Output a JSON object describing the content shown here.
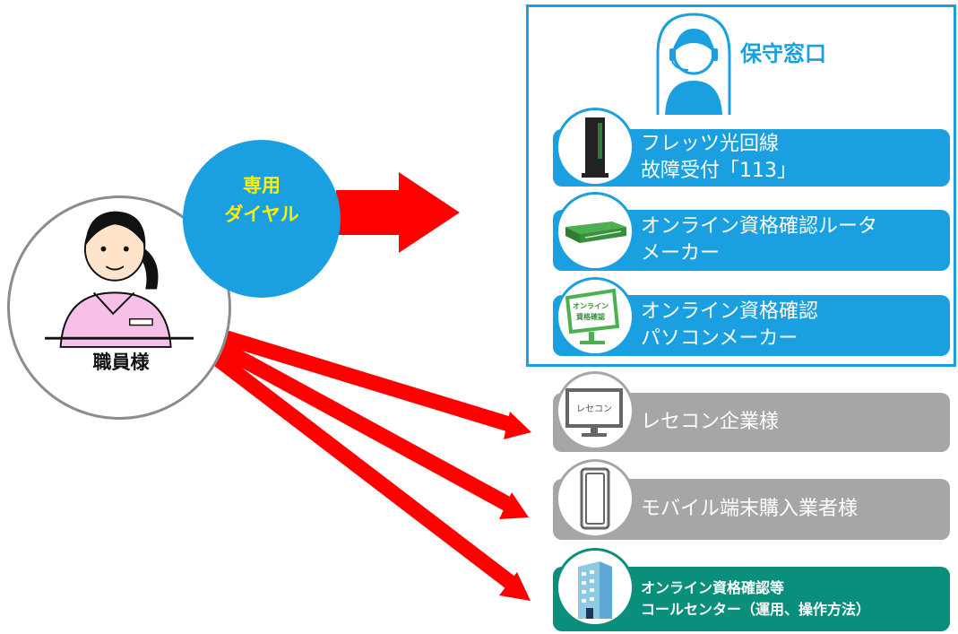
{
  "staff": {
    "label": "職員様"
  },
  "dial": {
    "line1": "専用",
    "line2": "ダイヤル"
  },
  "maintenance": {
    "title": "保守窓口",
    "items": [
      {
        "line1": "フレッツ光回線",
        "line2": "故障受付「113」"
      },
      {
        "line1": "オンライン資格確認ルータ",
        "line2": "メーカー"
      },
      {
        "line1": "オンライン資格確認",
        "line2": "パソコンメーカー"
      }
    ]
  },
  "others": [
    {
      "text": "レセコン企業様"
    },
    {
      "text": "モバイル端末購入業者様"
    },
    {
      "line1": "オンライン資格確認等",
      "line2": "コールセンター（運用、操作方法）"
    }
  ],
  "icon_labels": {
    "pc": "オンライン資格確認",
    "pc_line1": "オンライン",
    "pc_line2": "資格確認",
    "monitor": "レセコン"
  },
  "colors": {
    "blue": "#1aa0e0",
    "gray": "#a6a6a6",
    "teal": "#0a8f7d",
    "red": "#ff0000",
    "yellow": "#ffef00"
  }
}
